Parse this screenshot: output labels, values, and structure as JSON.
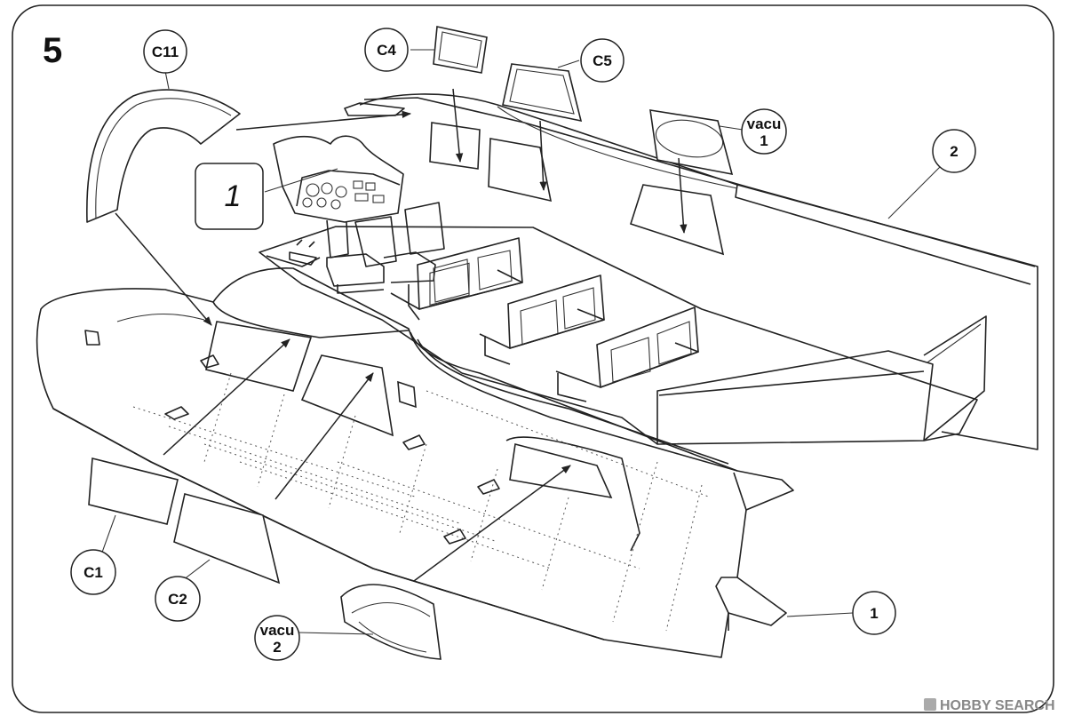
{
  "step": {
    "number": "5"
  },
  "callouts": {
    "c11": "C11",
    "c4": "C4",
    "c5": "C5",
    "vacu1_line1": "vacu",
    "vacu1_line2": "1",
    "part2": "2",
    "part1_box": "1",
    "c1": "C1",
    "c2": "C2",
    "vacu2_line1": "vacu",
    "vacu2_line2": "2",
    "part1": "1"
  },
  "watermark": {
    "text": "HOBBY SEARCH"
  }
}
